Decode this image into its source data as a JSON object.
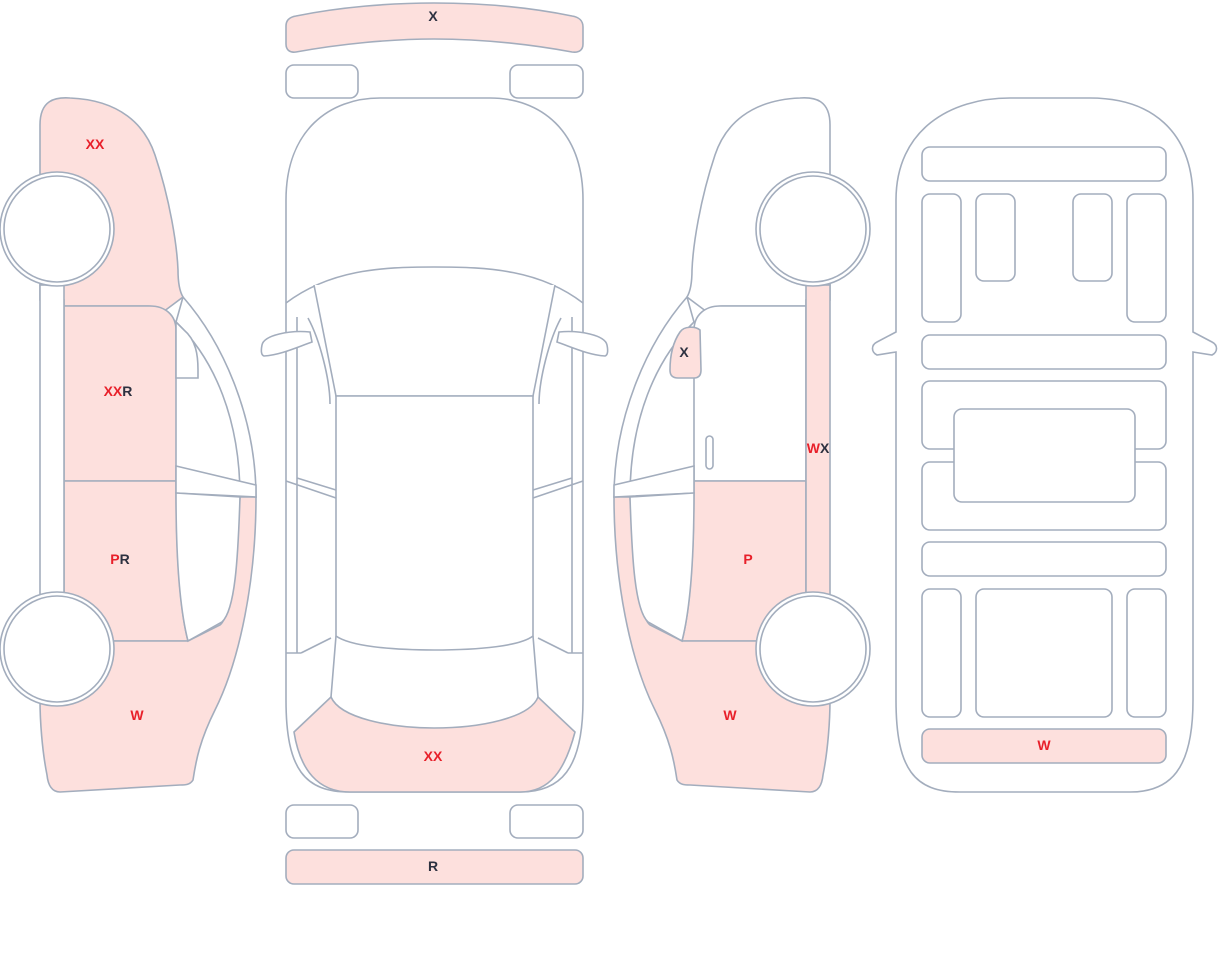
{
  "colors": {
    "damaged_fill": "#fde0dd",
    "outline": "#a3adbd",
    "red_code": "#e8202a",
    "dark_code": "#2d3140"
  },
  "panels": {
    "front_bumper": {
      "red": "",
      "dark": "X"
    },
    "rear_bumper": {
      "red": "",
      "dark": "R"
    },
    "rear_windscreen_area": {
      "red": "XX",
      "dark": ""
    },
    "left_front_fender": {
      "red": "XX",
      "dark": ""
    },
    "left_front_door": {
      "red": "XX",
      "dark": "R"
    },
    "left_rear_door": {
      "red": "P",
      "dark": "R"
    },
    "left_rear_quarter": {
      "red": "W",
      "dark": ""
    },
    "right_mirror": {
      "red": "",
      "dark": "X"
    },
    "right_sill": {
      "red": "W",
      "dark": "X"
    },
    "right_rear_door": {
      "red": "P",
      "dark": ""
    },
    "right_rear_quarter": {
      "red": "W",
      "dark": ""
    },
    "interior_rear_panel": {
      "red": "W",
      "dark": ""
    }
  }
}
